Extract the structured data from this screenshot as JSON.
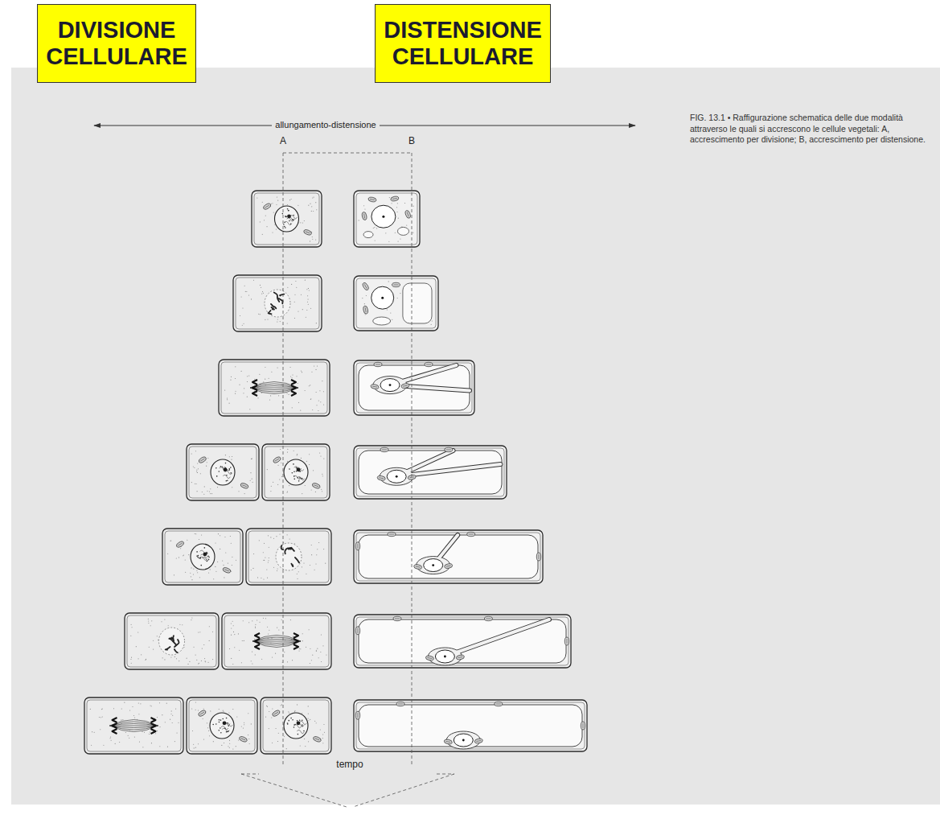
{
  "diagram": {
    "caption": "FIG. 13.1 • Raffigurazione schematica delle due modalità attraverso le quali si accrescono le cellule vegetali: A, accrescimento per divisione; B, accrescimento per distensione.",
    "nodes": [
      {
        "text": [
          "DIVISIONE CELLULARE"
        ]
      },
      {
        "text": [
          "DISTENSIONE CELLULARE"
        ]
      }
    ],
    "labels": [
      "allungamento-distensione",
      "A",
      "B",
      "tempo"
    ]
  }
}
